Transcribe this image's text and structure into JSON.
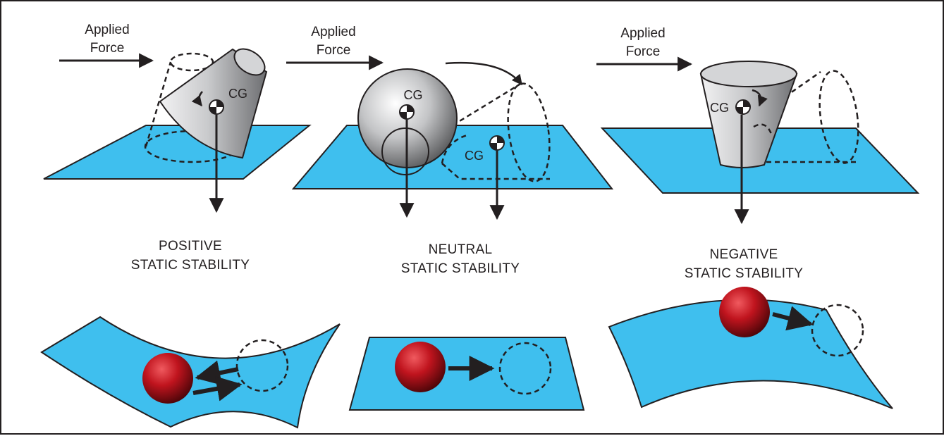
{
  "panels": [
    {
      "applied_force": [
        "Applied",
        "Force"
      ],
      "cg_label": "CG",
      "caption": [
        "POSITIVE",
        "STATIC STABILITY"
      ]
    },
    {
      "applied_force": [
        "Applied",
        "Force"
      ],
      "cg_label": "CG",
      "cg_label_displaced": "CG",
      "caption": [
        "NEUTRAL",
        "STATIC STABILITY"
      ]
    },
    {
      "applied_force": [
        "Applied",
        "Force"
      ],
      "cg_label": "CG",
      "caption": [
        "NEGATIVE",
        "STATIC STABILITY"
      ]
    }
  ],
  "colors": {
    "surface": "#3fbfee",
    "outline": "#231f20",
    "ball": "#c0141e",
    "body": "#a8a9ab"
  },
  "icons": [
    "cg-marker-icon",
    "rotation-arrow-icon",
    "motion-arrow-icon"
  ]
}
